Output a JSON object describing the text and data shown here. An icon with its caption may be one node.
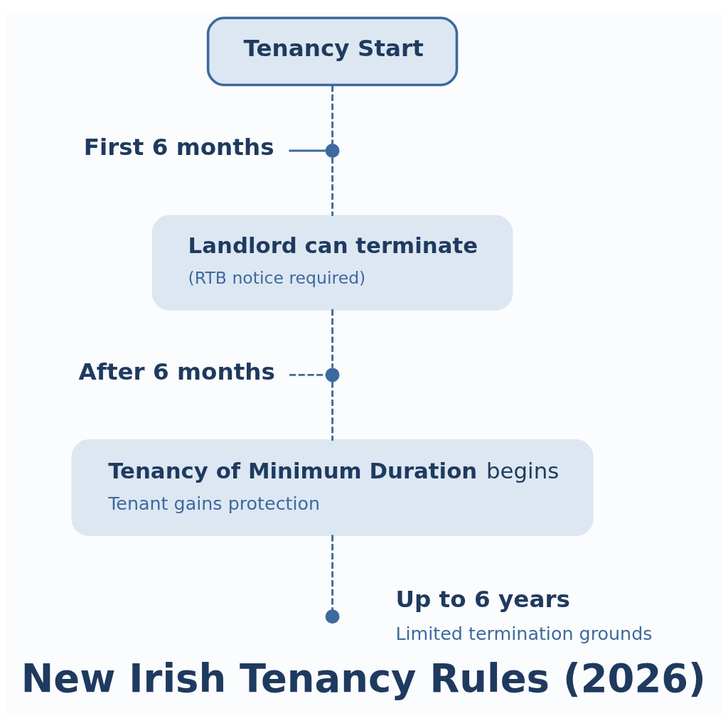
{
  "diagram": {
    "title": "New Irish Tenancy Rules (2026)",
    "nodes": [
      {
        "text": [
          "Tenancy Start"
        ]
      },
      {
        "text": [
          "First 6 months"
        ]
      },
      {
        "text": [],
        "shape": "circle"
      },
      {
        "text": [
          "Landlord can terminate",
          "(RTB notice required)"
        ]
      },
      {
        "text": [
          "After 6 months"
        ]
      },
      {
        "text": [],
        "shape": "circle"
      },
      {
        "text": [
          "**Tenancy of Minimum Duration** begins",
          "Tenant gains protection"
        ]
      },
      {
        "text": [],
        "shape": "circle",
        "beside": [
          "Up to 6 years",
          "Limited termination grounds"
        ]
      }
    ],
    "edges": [
      {
        "from": 0,
        "to": 2,
        "arrow": "none",
        "style": "dashed"
      },
      {
        "from": 1,
        "to": 2,
        "arrow": "none"
      },
      {
        "from": 2,
        "to": 3,
        "arrow": "none",
        "style": "dashed"
      },
      {
        "from": 3,
        "to": 5,
        "arrow": "none",
        "style": "dashed"
      },
      {
        "from": 4,
        "to": 5,
        "arrow": "none",
        "style": "dashed"
      },
      {
        "from": 5,
        "to": 6,
        "arrow": "none",
        "style": "dashed"
      },
      {
        "from": 6,
        "to": 7,
        "arrow": "none",
        "style": "dashed"
      }
    ]
  }
}
